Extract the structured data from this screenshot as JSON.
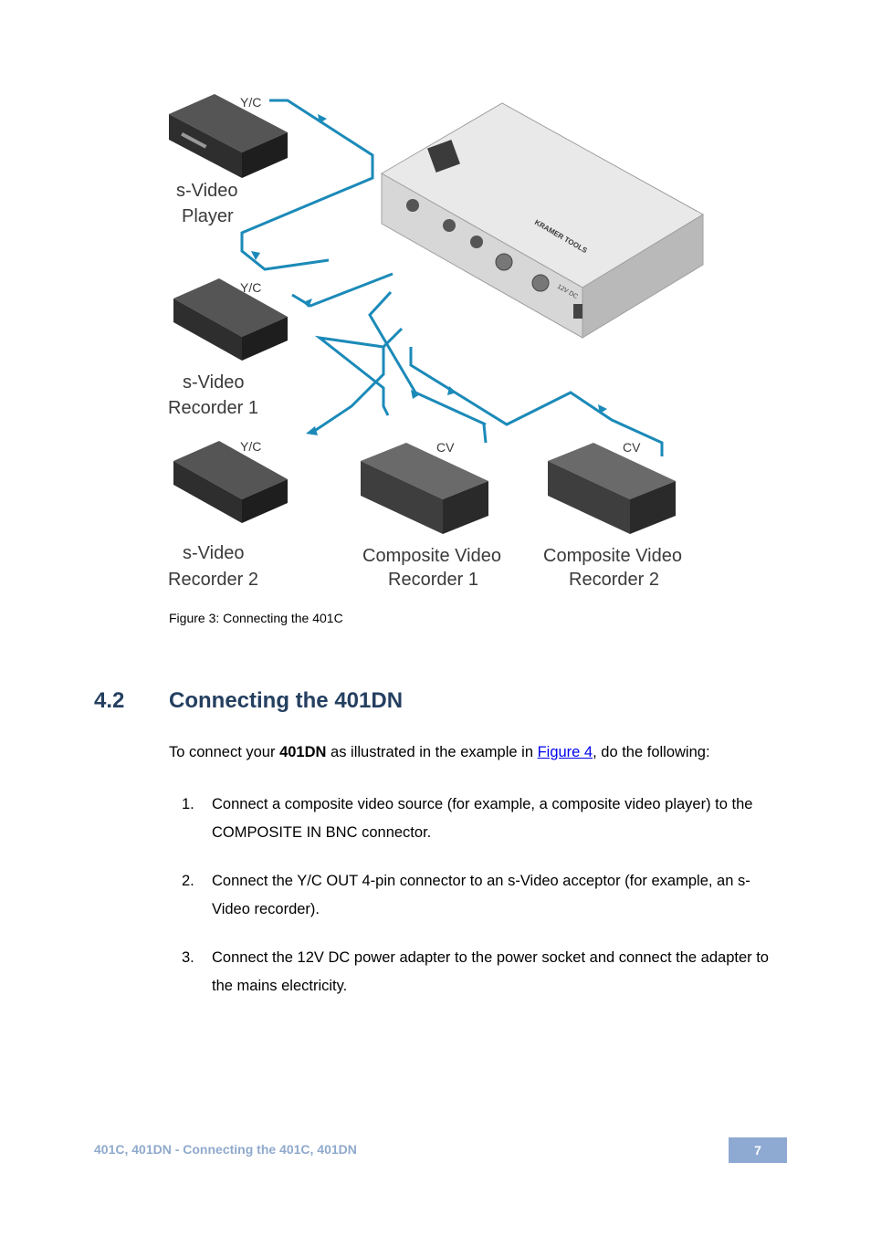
{
  "figure": {
    "labels": {
      "yc_top": "Y/C",
      "yc_mid": "Y/C",
      "yc_bot": "Y/C",
      "cv_left": "CV",
      "cv_right": "CV",
      "player_l1": "s-Video",
      "player_l2": "Player",
      "rec1_l1": "s-Video",
      "rec1_l2": "Recorder 1",
      "rec2_l1": "s-Video",
      "rec2_l2": "Recorder 2",
      "comp1_l1": "Composite Video",
      "comp1_l2": "Recorder 1",
      "comp2_l1": "Composite Video",
      "comp2_l2": "Recorder 2",
      "device_brand": "KRAMER TOOLS",
      "device_power": "12V DC"
    },
    "colors": {
      "cable": "#1b8ab8",
      "device_top": "#e7e7e7",
      "device_side": "#bdbdbd",
      "recorder": "#2e2e2e"
    }
  },
  "caption": "Figure 3: Connecting the 401C",
  "section": {
    "number": "4.2",
    "title": "Connecting the 401DN"
  },
  "intro": {
    "pre": "To connect your ",
    "bold": "401DN",
    "mid": " as illustrated in the example in ",
    "link": "Figure 4",
    "post": ", do the following:"
  },
  "steps": [
    {
      "num": "1.",
      "text": "Connect a composite video source (for example, a composite video player) to the COMPOSITE IN BNC connector."
    },
    {
      "num": "2.",
      "text": "Connect the Y/C OUT 4-pin connector to an s-Video acceptor (for example, an s-Video recorder)."
    },
    {
      "num": "3.",
      "text": "Connect the 12V DC power adapter to the power socket and connect the adapter to the mains electricity."
    }
  ],
  "footer": {
    "text": "401C, 401DN - Connecting the 401C, 401DN",
    "page": "7"
  }
}
